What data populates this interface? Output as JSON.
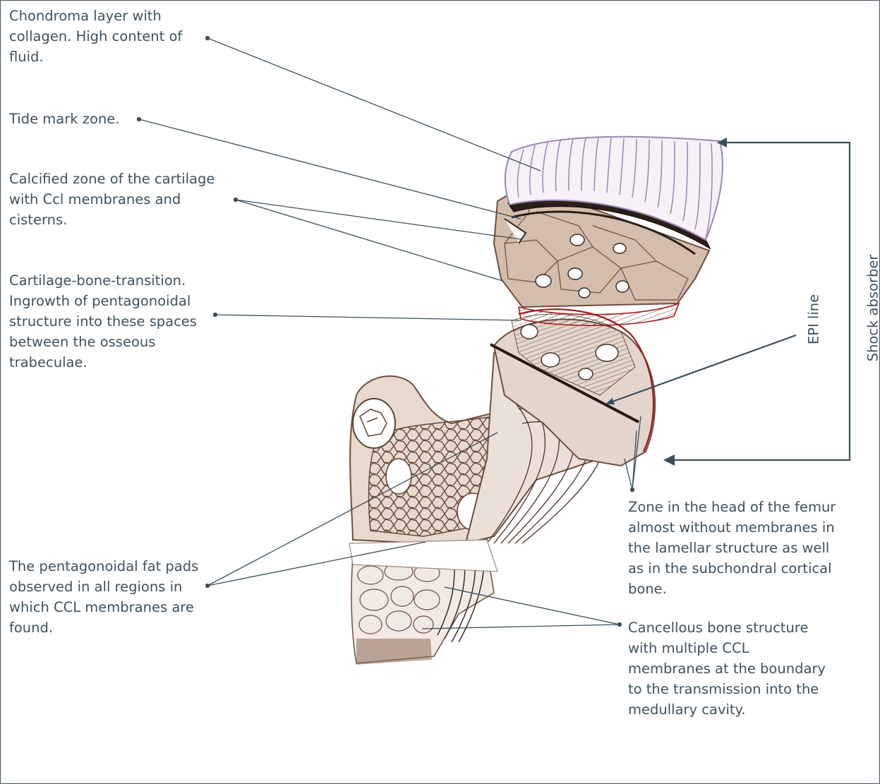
{
  "diagram": {
    "annotations": [
      {
        "id": "chondroma",
        "text": "Chondroma layer with\ncollagen. High content of\nfluid."
      },
      {
        "id": "tide-mark",
        "text": "Tide mark zone."
      },
      {
        "id": "calcified",
        "text": "Calcified zone of the cartilage\nwith Ccl membranes and\ncisterns."
      },
      {
        "id": "transition",
        "text": "Cartilage-bone-transition.\nIngrowth of pentagonoidal\nstructure into these spaces\nbetween the osseous\ntrabeculae."
      },
      {
        "id": "fat-pads",
        "text": "The pentagonoidal fat pads\nobserved in all regions in\nwhich CCL membranes are\nfound."
      },
      {
        "id": "head-zone",
        "text": "Zone in the head of the femur\nalmost without membranes in\nthe lamellar structure as well\nas in the subchondral cortical\nbone."
      },
      {
        "id": "cancellous",
        "text": "Cancellous bone structure\nwith multiple CCL\nmembranes at the boundary\nto the transmission into the\nmedullary cavity."
      }
    ],
    "vertical_labels": {
      "epi_line": "EPI line",
      "shock_absorber": "Shock absorber"
    },
    "colors": {
      "line": "#3c4f5c",
      "text": "#3f515e",
      "bone_brown": "#7a5a4a",
      "bone_light": "#e9dcd2",
      "cartilage_violet": "#b7a3c7",
      "tide_red": "#a01c1c"
    }
  }
}
